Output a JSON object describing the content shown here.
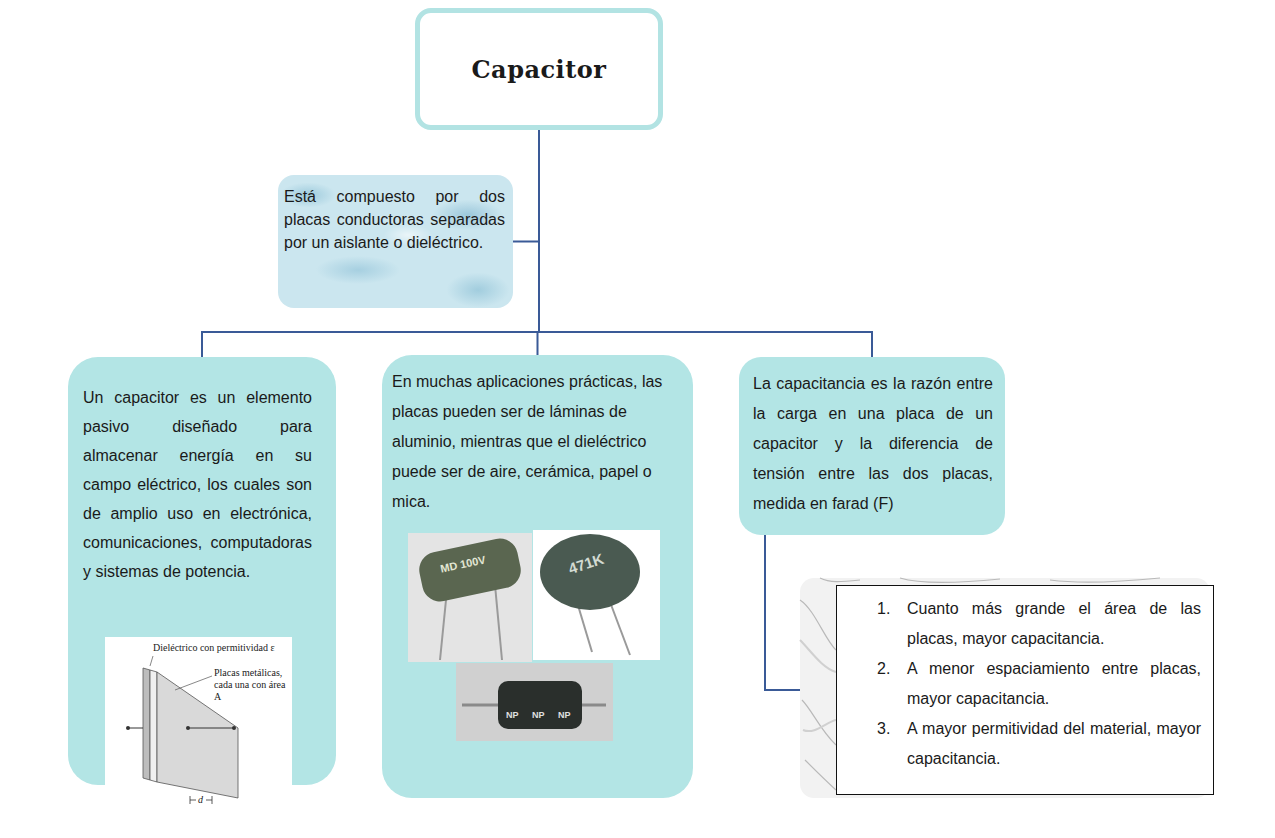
{
  "diagram": {
    "nodes": [
      {
        "text": [
          "Capacitor"
        ]
      },
      {
        "text": [
          "Está compuesto por dos placas conductoras separadas por un aislante o dieléctrico."
        ]
      },
      {
        "text": [
          "Un capacitor es un elemento pasivo diseñado para almacenar energía en su campo eléctrico, los cuales son de amplio uso en electrónica, comunicaciones, computadoras y sistemas de potencia."
        ]
      },
      {
        "text": [
          "En muchas aplicaciones prácticas, las placas pueden ser de láminas de aluminio, mientras que el dieléctrico puede ser de aire, cerámica, papel o mica."
        ]
      },
      {
        "text": [
          "La capacitancia es la razón entre la carga en una placa de un capacitor y la diferencia de tensión entre las dos placas, medida en farad (F)"
        ]
      },
      {
        "text": [
          "1.",
          "Cuanto más grande el área de las placas, mayor capacitancia.",
          "2.",
          "A menor espaciamiento entre placas, mayor capacitancia.",
          "3.",
          "A mayor permitividad del material, mayor capacitancia."
        ]
      }
    ],
    "edges": [
      {
        "from": 0,
        "to": 1,
        "arrow": "none"
      },
      {
        "from": 0,
        "to": 2,
        "arrow": "none"
      },
      {
        "from": 0,
        "to": 3,
        "arrow": "none"
      },
      {
        "from": 0,
        "to": 4,
        "arrow": "none"
      },
      {
        "from": 4,
        "to": 5,
        "arrow": "none"
      }
    ],
    "labels": [
      "Dieléctrico con permitividad ε",
      "Placas metálicas, cada una con área A",
      "d",
      "MD 100V",
      "471K",
      "NP",
      "NP",
      "NP"
    ]
  }
}
